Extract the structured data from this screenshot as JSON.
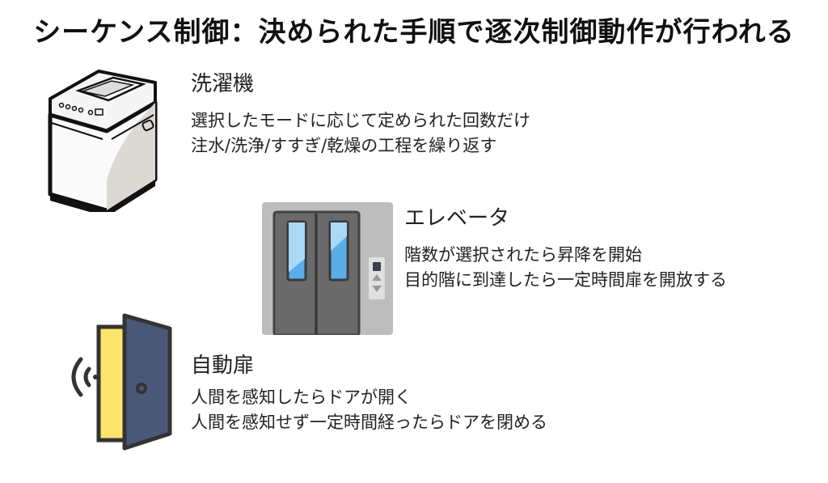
{
  "title": "シーケンス制御：決められた手順で逐次制御動作が行われる",
  "items": [
    {
      "heading": "洗濯機",
      "lines": [
        "選択したモードに応じて定められた回数だけ",
        "注水/洗浄/すすぎ/乾燥の工程を繰り返す"
      ],
      "icon": "washing-machine-icon"
    },
    {
      "heading": "エレベータ",
      "lines": [
        "階数が選択されたら昇降を開始",
        "目的階に到達したら一定時間扉を開放する"
      ],
      "icon": "elevator-icon"
    },
    {
      "heading": "自動扉",
      "lines": [
        "人間を感知したらドアが開く",
        "人間を感知せず一定時間経ったらドアを閉める"
      ],
      "icon": "automatic-door-icon"
    }
  ],
  "colors": {
    "door_frame_yellow": "#fce36a",
    "door_panel_navy": "#4a5878",
    "elevator_gray": "#5e5e5e",
    "elevator_window_blue": "#5aaee8"
  }
}
